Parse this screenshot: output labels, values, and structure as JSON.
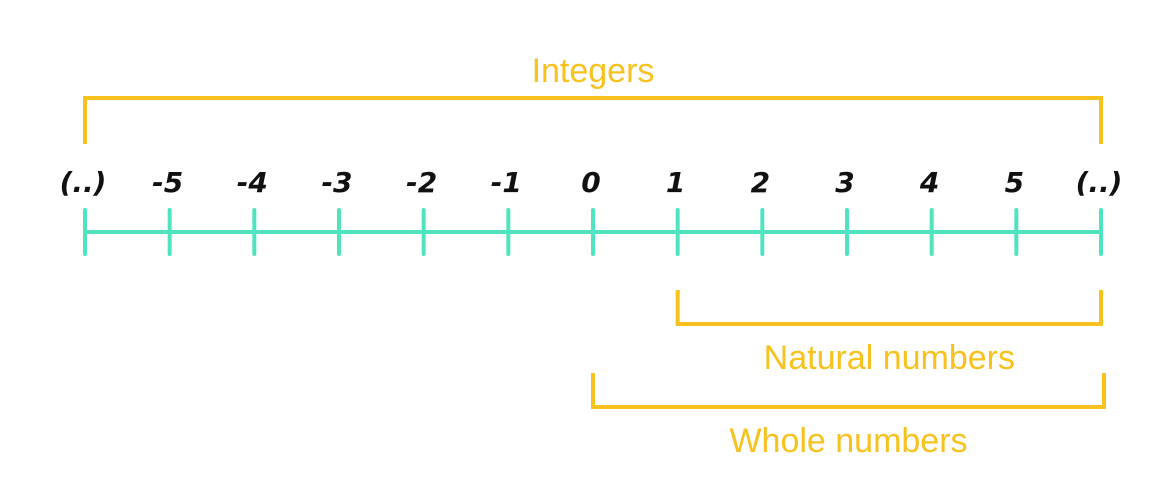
{
  "colors": {
    "line": "#4fe3bf",
    "bracket": "#f7c21d",
    "label": "#f7c21d",
    "tick_text": "#111111"
  },
  "number_line": {
    "tick_labels": [
      "(..)",
      "-5",
      "-4",
      "-3",
      "-2",
      "-1",
      "0",
      "1",
      "2",
      "3",
      "4",
      "5",
      "(..)"
    ],
    "ticks": 13
  },
  "sets": [
    {
      "name": "integers",
      "label": "Integers",
      "from_index": 0,
      "to_index": 12,
      "position": "above"
    },
    {
      "name": "natural-numbers",
      "label": "Natural numbers",
      "from_index": 7,
      "to_index": 12,
      "position": "below"
    },
    {
      "name": "whole-numbers",
      "label": "Whole numbers",
      "from_index": 6,
      "to_index": 12,
      "position": "below"
    }
  ]
}
